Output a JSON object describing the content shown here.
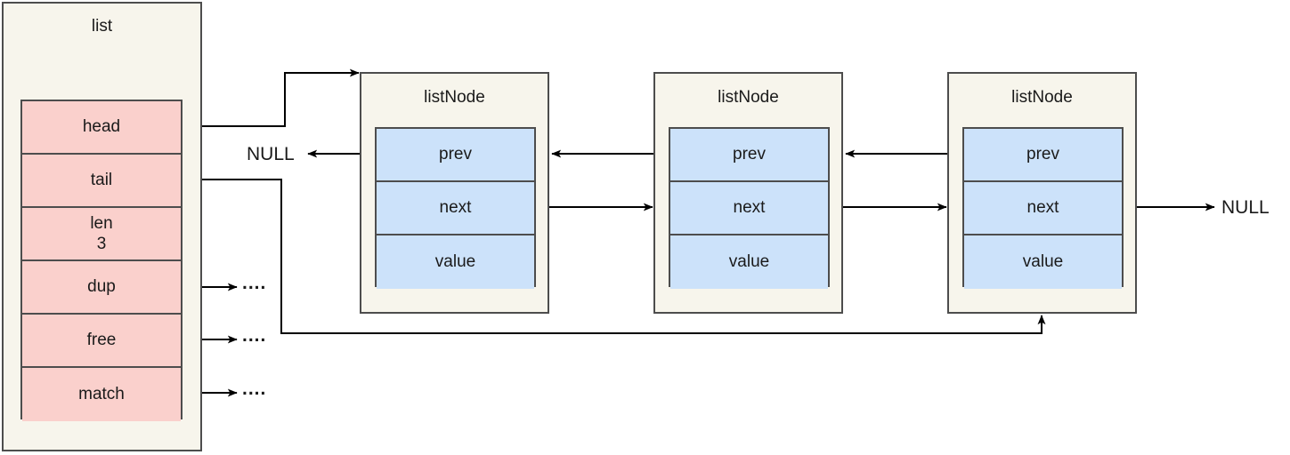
{
  "diagram": {
    "title_hidden": "",
    "colors": {
      "struct_fill": "#f7f5ec",
      "struct_stroke": "#4d4d4d",
      "list_field_fill": "#fad0cc",
      "node_field_fill": "#cce2fa",
      "edge_stroke": "#000000",
      "text": "#1a1a1a",
      "background": "#ffffff"
    },
    "list_struct": {
      "title": "list",
      "fields": [
        {
          "label": "head",
          "value": ""
        },
        {
          "label": "tail",
          "value": ""
        },
        {
          "label": "len",
          "value": "3"
        },
        {
          "label": "dup",
          "value": ""
        },
        {
          "label": "free",
          "value": ""
        },
        {
          "label": "match",
          "value": ""
        }
      ]
    },
    "nodes": [
      {
        "title": "listNode",
        "fields": [
          {
            "label": "prev",
            "value": ""
          },
          {
            "label": "next",
            "value": ""
          },
          {
            "label": "value",
            "value": ""
          }
        ]
      },
      {
        "title": "listNode",
        "fields": [
          {
            "label": "prev",
            "value": ""
          },
          {
            "label": "next",
            "value": ""
          },
          {
            "label": "value",
            "value": ""
          }
        ]
      },
      {
        "title": "listNode",
        "fields": [
          {
            "label": "prev",
            "value": ""
          },
          {
            "label": "next",
            "value": ""
          },
          {
            "label": "value",
            "value": ""
          }
        ]
      }
    ],
    "labels": {
      "null_left": "NULL",
      "null_right": "NULL",
      "dup_target": "....",
      "free_target": "....",
      "match_target": "...."
    },
    "edges": [
      {
        "name": "head-to-node1",
        "from": "list.head",
        "to": "node1",
        "style": "orthogonal"
      },
      {
        "name": "tail-to-node3",
        "from": "list.tail",
        "to": "node3",
        "style": "orthogonal"
      },
      {
        "name": "dup-to-callback",
        "from": "list.dup",
        "to": "dots",
        "style": "straight"
      },
      {
        "name": "free-to-callback",
        "from": "list.free",
        "to": "dots",
        "style": "straight"
      },
      {
        "name": "match-to-callback",
        "from": "list.match",
        "to": "dots",
        "style": "straight"
      },
      {
        "name": "node1-prev-to-null",
        "from": "node1.prev",
        "to": "NULL",
        "style": "straight"
      },
      {
        "name": "node1-next-to-node2",
        "from": "node1.next",
        "to": "node2",
        "style": "straight"
      },
      {
        "name": "node2-prev-to-node1",
        "from": "node2.prev",
        "to": "node1",
        "style": "straight"
      },
      {
        "name": "node2-next-to-node3",
        "from": "node2.next",
        "to": "node3",
        "style": "straight"
      },
      {
        "name": "node3-prev-to-node2",
        "from": "node3.prev",
        "to": "node2",
        "style": "straight"
      },
      {
        "name": "node3-next-to-null",
        "from": "node3.next",
        "to": "NULL",
        "style": "straight"
      }
    ]
  }
}
